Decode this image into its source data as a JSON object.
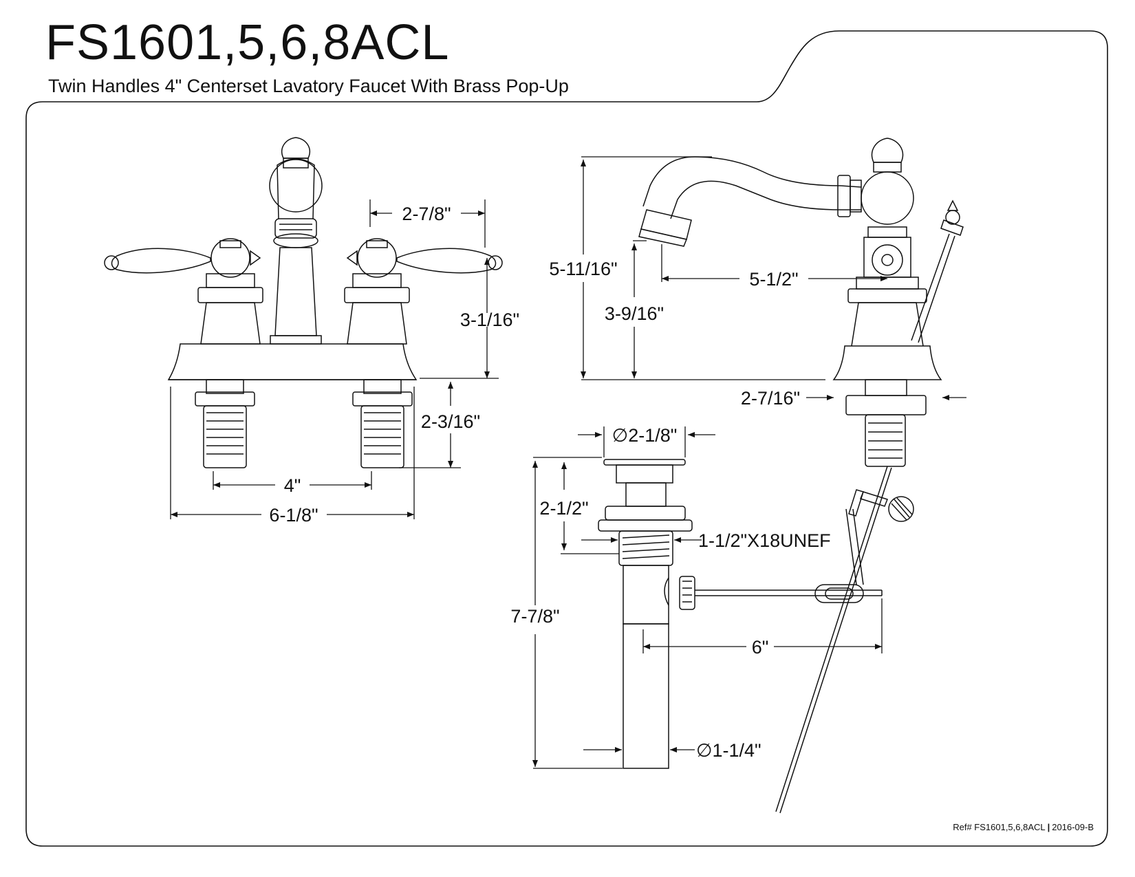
{
  "title": "FS1601,5,6,8ACL",
  "subtitle": "Twin Handles 4\" Centerset Lavatory Faucet With Brass Pop-Up",
  "reference": {
    "ref_text": "Ref# FS1601,5,6,8ACL",
    "date": "2016-09-B"
  },
  "dimensions": {
    "front_handle_spacing_top": "2-7/8\"",
    "front_height": "3-1/16\"",
    "front_shank_length": "2-3/16\"",
    "front_center": "4\"",
    "front_overall_width": "6-1/8\"",
    "side_overall_height": "5-11/16\"",
    "side_spout_reach": "5-1/2\"",
    "side_spout_height": "3-9/16\"",
    "side_base_depth": "2-7/16\"",
    "drain_flange_dia": "∅2-1/8\"",
    "drain_flange_height": "2-1/2\"",
    "drain_thread": "1-1/2\"X18UNEF",
    "drain_overall_length": "7-7/8\"",
    "drain_rod_length": "6\"",
    "drain_tail_dia": "∅1-1/4\""
  },
  "colors": {
    "line": "#111111",
    "background": "#ffffff"
  }
}
